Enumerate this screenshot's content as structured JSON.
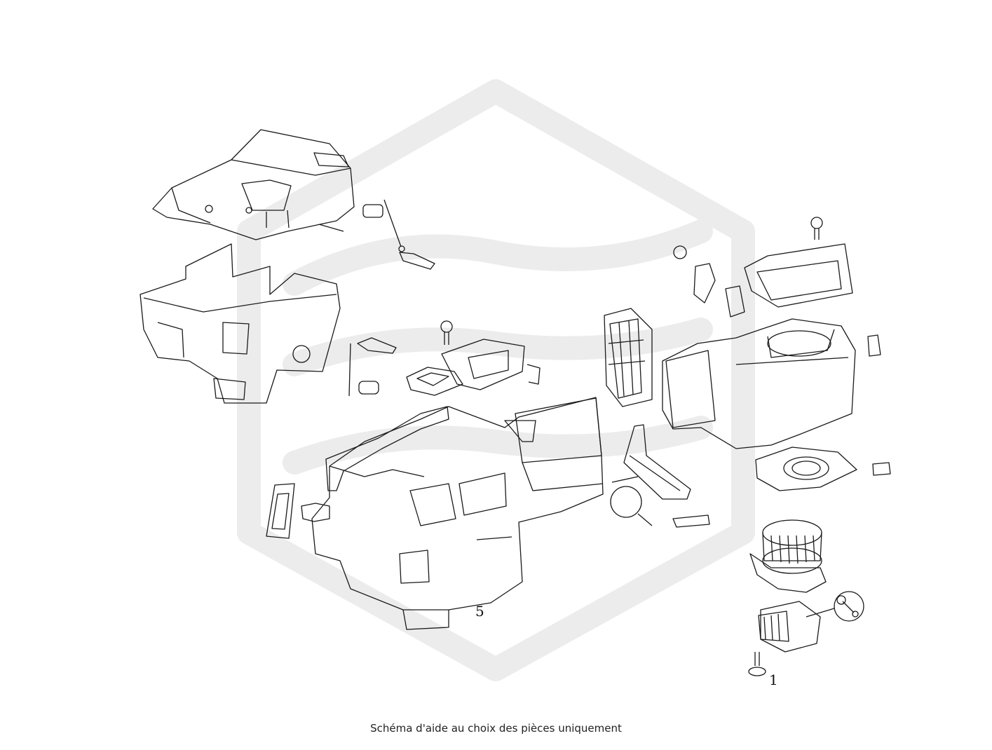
{
  "diagram": {
    "callouts": [
      "5",
      "1"
    ]
  },
  "footer": {
    "caption": "Schéma d'aide au choix des pièces uniquement"
  },
  "icons": {
    "watermark": "brand-logo-watermark",
    "tool": "wrench-icon"
  }
}
